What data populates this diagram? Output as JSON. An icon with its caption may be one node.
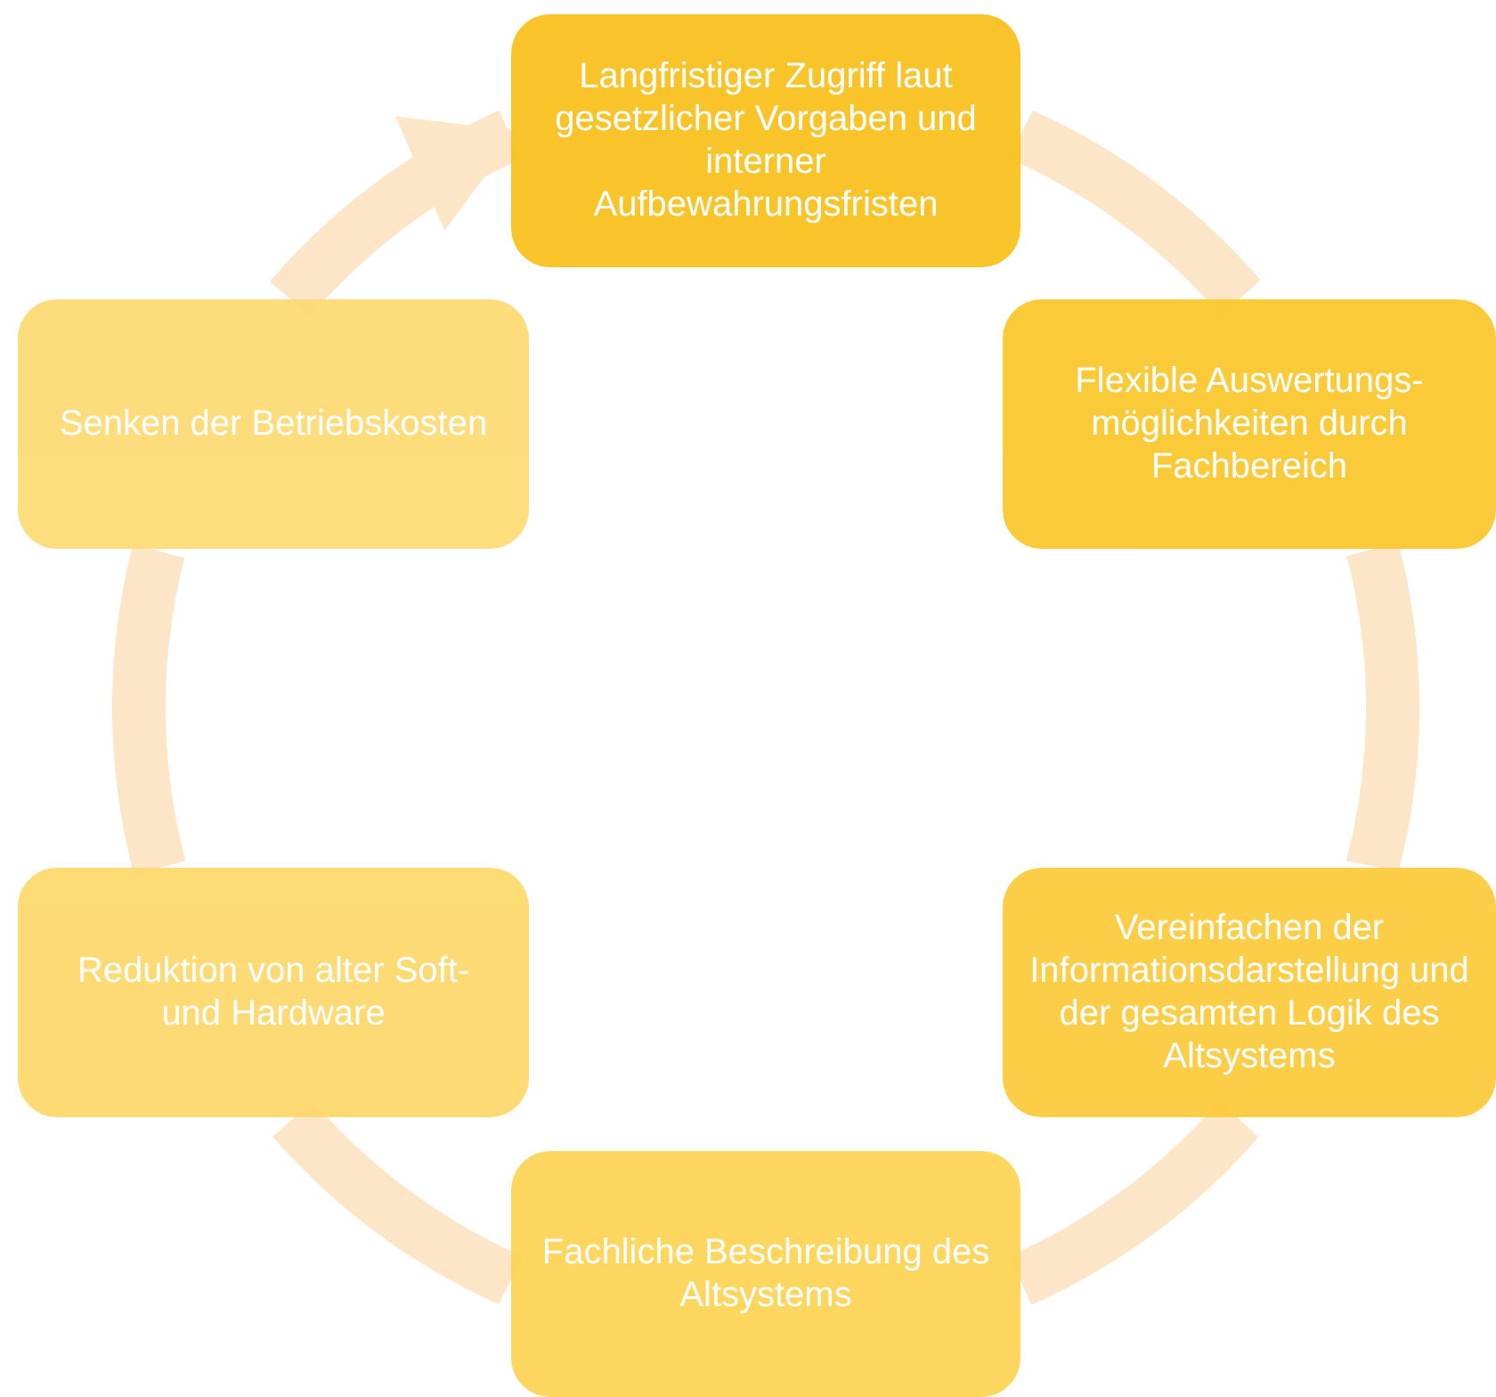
{
  "diagram": {
    "nodes": [
      {
        "text": [
          "Langfristiger Zugriff laut gesetzlicher Vorgaben und interner Aufbewahrungsfristen"
        ]
      },
      {
        "text": [
          "Flexible Auswertungs-möglichkeiten durch Fachbereich"
        ]
      },
      {
        "text": [
          "Vereinfachen der Informationsdarstellung und der gesamten Logik des Altsystems"
        ]
      },
      {
        "text": [
          "Fachliche Beschreibung des Altsystems"
        ]
      },
      {
        "text": [
          "Reduktion von alter Soft- und Hardware"
        ]
      },
      {
        "text": [
          "Senken der Betriebskosten"
        ]
      }
    ],
    "edges": [
      {
        "from": 0,
        "to": 1,
        "arrow": "none"
      },
      {
        "from": 1,
        "to": 2,
        "arrow": "none"
      },
      {
        "from": 2,
        "to": 3,
        "arrow": "none"
      },
      {
        "from": 3,
        "to": 4,
        "arrow": "none"
      },
      {
        "from": 4,
        "to": 5,
        "arrow": "none"
      },
      {
        "from": 5,
        "to": 0,
        "arrow": "to"
      }
    ]
  }
}
